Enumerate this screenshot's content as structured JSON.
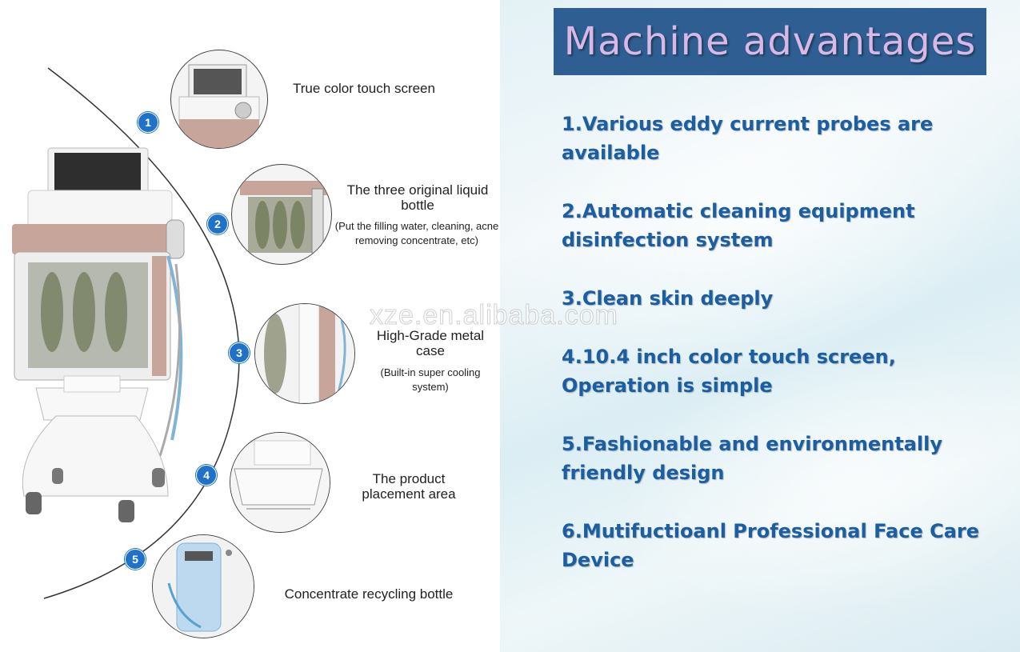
{
  "header": {
    "title": "Machine advantages"
  },
  "advantages": [
    {
      "text": "1.Various eddy current probes are available"
    },
    {
      "text": "2.Automatic cleaning equipment disinfection system"
    },
    {
      "text": "3.Clean skin deeply"
    },
    {
      "text": "4.10.4 inch color touch screen, Operation is simple"
    },
    {
      "text": "5.Fashionable and environmentally friendly design"
    },
    {
      "text": "6.Mutifuctioanl Professional Face Care Device"
    }
  ],
  "features": [
    {
      "number": "1",
      "title": "True color touch screen",
      "detail": ""
    },
    {
      "number": "2",
      "title": "The three original liquid bottle",
      "detail": "(Put the filling water, cleaning, acne removing concentrate, etc)"
    },
    {
      "number": "3",
      "title": "High-Grade metal case",
      "detail": "(Built-in super cooling system)"
    },
    {
      "number": "4",
      "title": "The product placement area",
      "detail": ""
    },
    {
      "number": "5",
      "title": "Concentrate recycling bottle",
      "detail": ""
    }
  ],
  "watermark": "xze.en.alibaba.com",
  "colors": {
    "title_bg": "#2f5f92",
    "title_text": "#d9b8e6",
    "advantage_text": "#1b5ea2",
    "badge": "#1f72c8"
  }
}
